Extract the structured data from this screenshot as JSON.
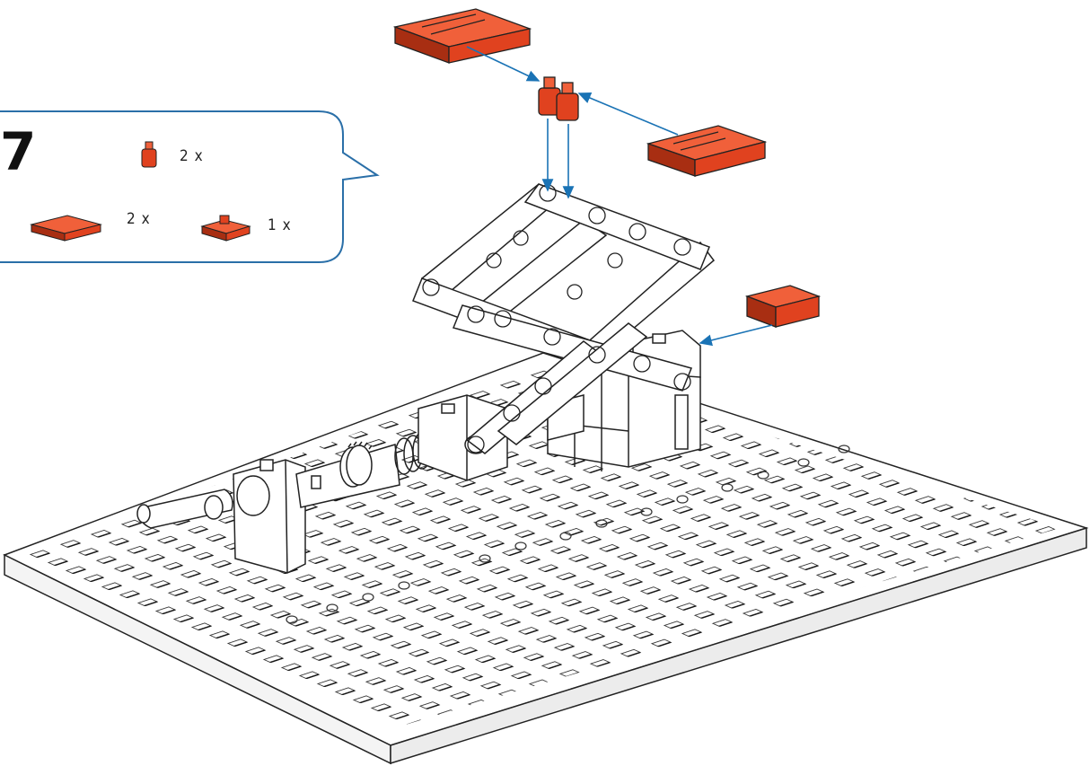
{
  "step": {
    "number": "7"
  },
  "parts_list": [
    {
      "icon": "peg-connector-icon",
      "quantity": "2 x"
    },
    {
      "icon": "slotted-plate-icon",
      "quantity": "2 x"
    },
    {
      "icon": "plate-with-stud-icon",
      "quantity": "1 x"
    }
  ],
  "colors": {
    "part_orange": "#e0421f",
    "part_orange_dark": "#a82e12",
    "part_orange_light": "#f0603a",
    "arrow_blue": "#1a73b5",
    "bubble_border": "#2a6fa8",
    "outline": "#222222"
  }
}
